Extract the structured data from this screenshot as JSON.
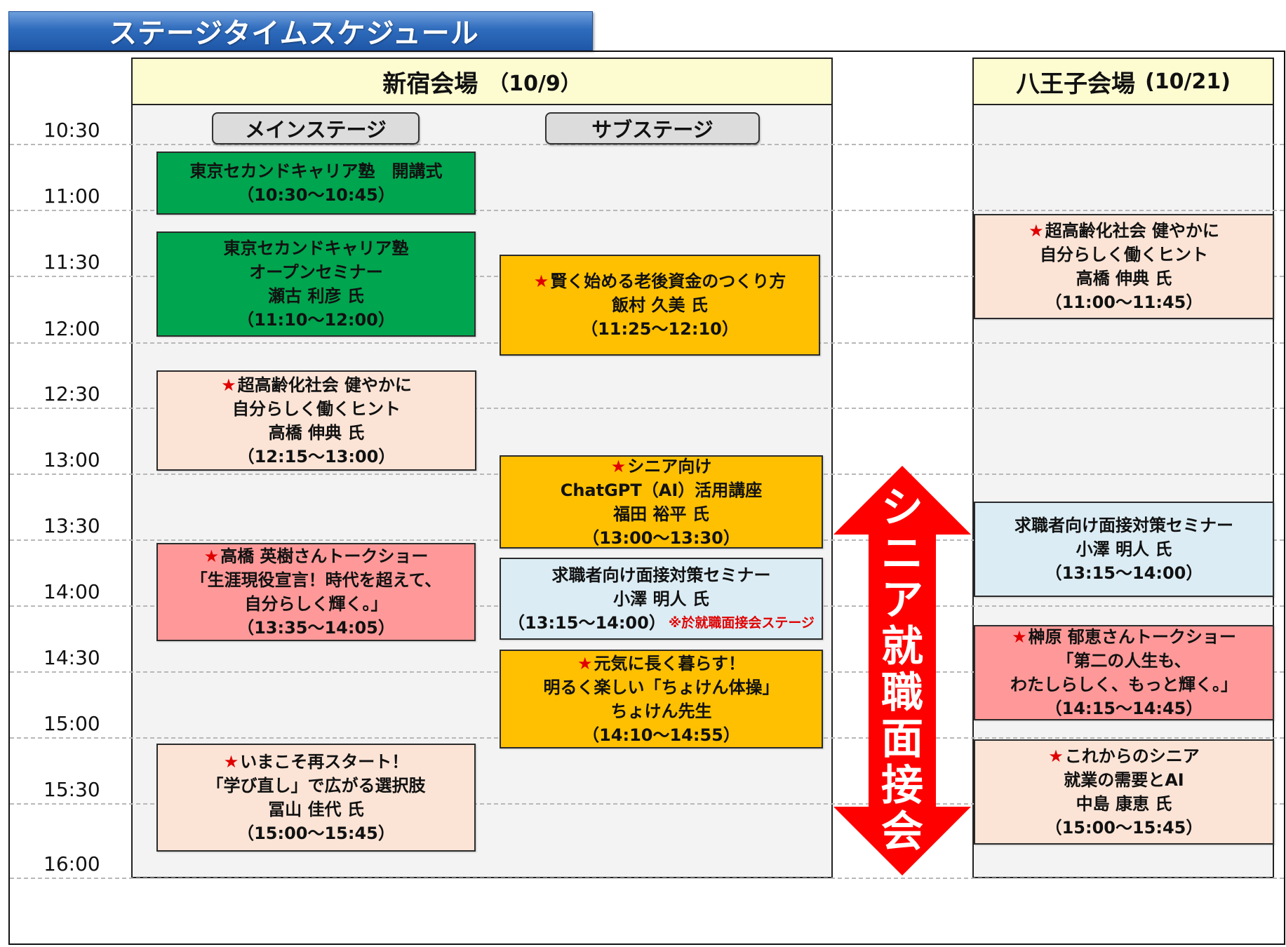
{
  "title": "ステージタイムスケジュール",
  "times": [
    "10:30",
    "11:00",
    "11:30",
    "12:00",
    "12:30",
    "13:00",
    "13:30",
    "14:00",
    "14:30",
    "15:00",
    "15:30",
    "16:00"
  ],
  "shinjuku": {
    "name": "新宿会場",
    "date": "（10/9）",
    "main_stage_label": "メインステージ",
    "sub_stage_label": "サブステージ",
    "main_events": [
      {
        "lines": [
          "東京セカンドキャリア塾　開講式",
          "（10:30～10:45）"
        ],
        "star": false,
        "color": "#00a54f"
      },
      {
        "lines": [
          "東京セカンドキャリア塾",
          "オープンセミナー",
          "瀬古 利彦 氏",
          "（11:10～12:00）"
        ],
        "star": false,
        "color": "#00a54f"
      },
      {
        "lines": [
          "超高齢化社会 健やかに",
          "自分らしく働くヒント",
          "高橋 伸典 氏",
          "（12:15～13:00）"
        ],
        "star": true,
        "color": "#fbe4d6"
      },
      {
        "lines": [
          "高橋 英樹さんトークショー",
          "「生涯現役宣言！時代を超えて、",
          "自分らしく輝く。」",
          "（13:35～14:05）"
        ],
        "star": true,
        "color": "#ff9999"
      },
      {
        "lines": [
          "いまこそ再スタート！",
          "「学び直し」で広がる選択肢",
          "冨山 佳代 氏",
          "（15:00～15:45）"
        ],
        "star": true,
        "color": "#fbe4d6"
      }
    ],
    "sub_events": [
      {
        "lines": [
          "賢く始める老後資金のつくり方",
          "飯村 久美 氏",
          "（11:25～12:10）"
        ],
        "star": true,
        "color": "#fec000"
      },
      {
        "lines": [
          "シニア向け",
          "ChatGPT（AI）活用講座",
          "福田 裕平 氏",
          "（13:00～13:30）"
        ],
        "star": true,
        "color": "#fec000"
      },
      {
        "lines": [
          "求職者向け面接対策セミナー",
          "小澤 明人 氏",
          "（13:15～14:00）"
        ],
        "star": false,
        "note": "※於就職面接会ステージ",
        "color": "#dbecf4"
      },
      {
        "lines": [
          "元気に長く暮らす！",
          "明るく楽しい「ちょけん体操」",
          "ちょけん先生",
          "（14:10～14:55）"
        ],
        "star": true,
        "color": "#fec000"
      }
    ]
  },
  "hachioji": {
    "name": "八王子会場",
    "date": "(10/21)",
    "events": [
      {
        "lines": [
          "超高齢化社会 健やかに",
          "自分らしく働くヒント",
          "高橋 伸典 氏",
          "（11:00～11:45）"
        ],
        "star": true,
        "color": "#fbe4d6"
      },
      {
        "lines": [
          "求職者向け面接対策セミナー",
          "小澤 明人 氏",
          "（13:15～14:00）"
        ],
        "star": false,
        "color": "#dbecf4"
      },
      {
        "lines": [
          "榊原 郁恵さんトークショー",
          "「第二の人生も、",
          "わたしらしく、もっと輝く。」",
          "（14:15～14:45）"
        ],
        "star": true,
        "color": "#ff9999"
      },
      {
        "lines": [
          "これからのシニア",
          "就業の需要とAI",
          "中島 康恵 氏",
          "（15:00～15:45）"
        ],
        "star": true,
        "color": "#fbe4d6"
      }
    ]
  },
  "interview_fair": {
    "label": "シニア就職面接会",
    "arrow_color": "#ff0000"
  },
  "star_symbol": "★"
}
